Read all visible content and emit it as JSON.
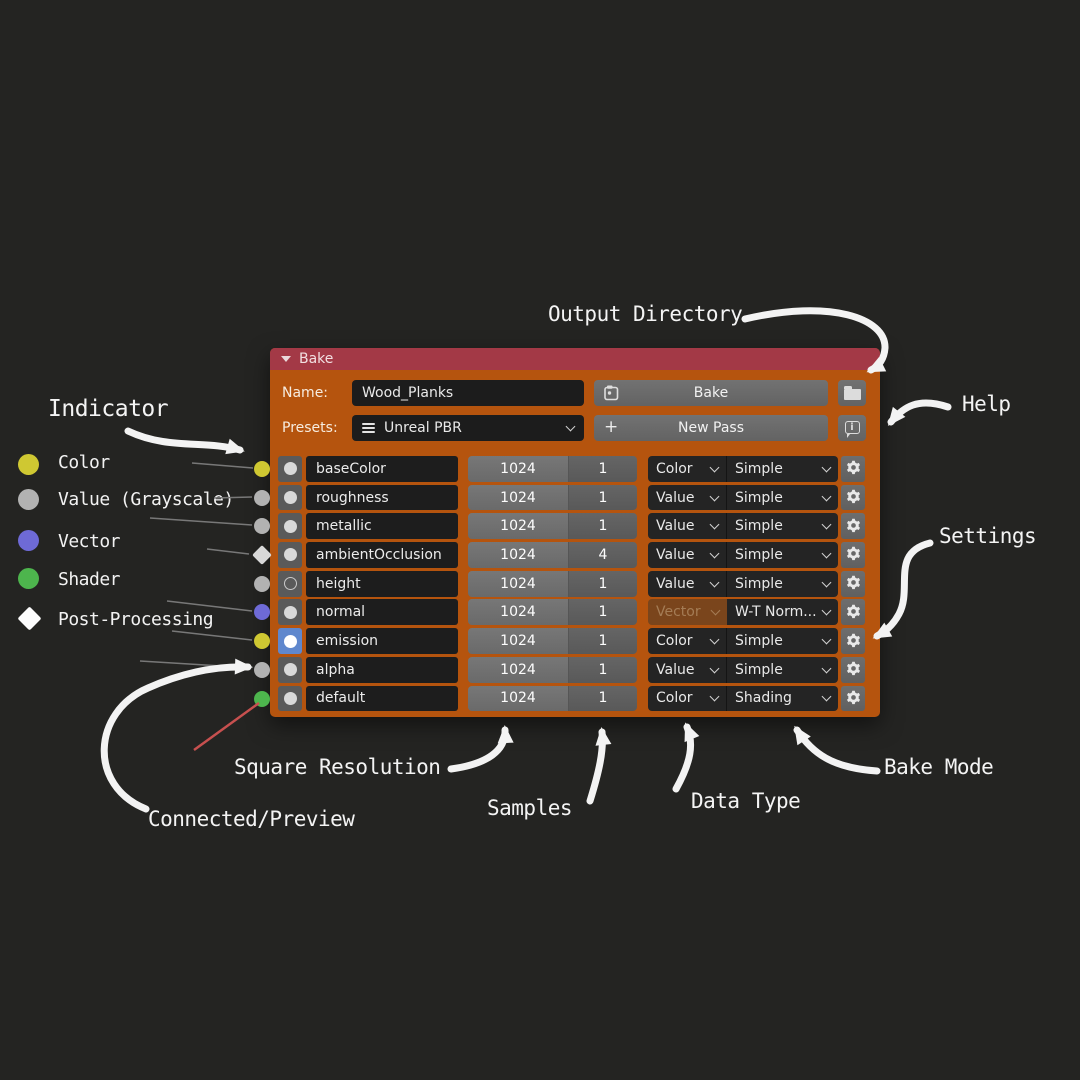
{
  "colors": {
    "background": "#242422",
    "panel_header": "#a33946",
    "panel_body": "#b5540e",
    "indicator_color": "#cfc832",
    "indicator_value": "#b2b2b2",
    "indicator_vector": "#6e6ad6",
    "indicator_shader": "#4db54d",
    "indicator_post_processing": "#ffffff",
    "preview_toggle": "#5f87cd",
    "annotation": "#f4f4f4"
  },
  "panel": {
    "title": "Bake",
    "name_label": "Name:",
    "name_value": "Wood_Planks",
    "bake_button_label": "Bake",
    "presets_label": "Presets:",
    "presets_value": "Unreal PBR",
    "new_pass_label": "New Pass",
    "icons": {
      "plus": "+",
      "info": "i"
    },
    "rows": [
      {
        "name": "baseColor",
        "resolution": "1024",
        "samples": "1",
        "data_type": "Color",
        "bake_mode": "Simple",
        "indicator": "color"
      },
      {
        "name": "roughness",
        "resolution": "1024",
        "samples": "1",
        "data_type": "Value",
        "bake_mode": "Simple",
        "indicator": "value"
      },
      {
        "name": "metallic",
        "resolution": "1024",
        "samples": "1",
        "data_type": "Value",
        "bake_mode": "Simple",
        "indicator": "value"
      },
      {
        "name": "ambientOcclusion",
        "resolution": "1024",
        "samples": "4",
        "data_type": "Value",
        "bake_mode": "Simple",
        "indicator": "post_processing"
      },
      {
        "name": "height",
        "resolution": "1024",
        "samples": "1",
        "data_type": "Value",
        "bake_mode": "Simple",
        "indicator": "value",
        "connected": false
      },
      {
        "name": "normal",
        "resolution": "1024",
        "samples": "1",
        "data_type": "Vector",
        "bake_mode": "W-T Norm...",
        "indicator": "vector",
        "type_disabled": true
      },
      {
        "name": "emission",
        "resolution": "1024",
        "samples": "1",
        "data_type": "Color",
        "bake_mode": "Simple",
        "indicator": "color",
        "preview": true
      },
      {
        "name": "alpha",
        "resolution": "1024",
        "samples": "1",
        "data_type": "Value",
        "bake_mode": "Simple",
        "indicator": "value"
      },
      {
        "name": "default",
        "resolution": "1024",
        "samples": "1",
        "data_type": "Color",
        "bake_mode": "Shading",
        "indicator": "shader"
      }
    ]
  },
  "legend": {
    "title": "Indicator",
    "items": [
      {
        "label": "Color",
        "color": "#cfc832",
        "shape": "circle"
      },
      {
        "label": "Value (Grayscale)",
        "color": "#b2b2b2",
        "shape": "circle"
      },
      {
        "label": "Vector",
        "color": "#6e6ad6",
        "shape": "circle"
      },
      {
        "label": "Shader",
        "color": "#4db54d",
        "shape": "circle"
      },
      {
        "label": "Post-Processing",
        "color": "#ffffff",
        "shape": "diamond"
      }
    ]
  },
  "annotations": {
    "output_directory": "Output Directory",
    "help": "Help",
    "settings": "Settings",
    "square_resolution": "Square Resolution",
    "samples": "Samples",
    "data_type": "Data Type",
    "bake_mode": "Bake Mode",
    "connected_preview": "Connected/Preview"
  }
}
